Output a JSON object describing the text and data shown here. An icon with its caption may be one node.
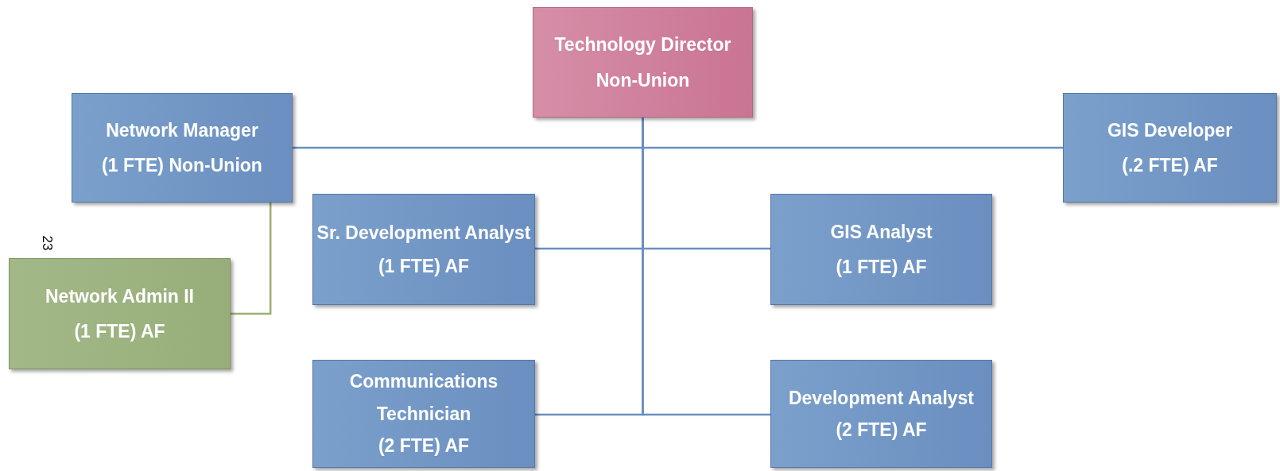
{
  "diagram": {
    "nodes": [
      {
        "text": [
          "Technology Director",
          "Non-Union"
        ]
      },
      {
        "text": [
          "Network Manager",
          "(1 FTE) Non-Union"
        ]
      },
      {
        "text": [
          "GIS Developer",
          "(.2 FTE) AF"
        ]
      },
      {
        "text": [
          "Sr. Development Analyst",
          "(1 FTE) AF"
        ]
      },
      {
        "text": [
          "GIS Analyst",
          "(1 FTE) AF"
        ]
      },
      {
        "text": [
          "Network Admin II",
          "(1 FTE) AF"
        ]
      },
      {
        "text": [
          "Communications",
          "Technician",
          "(2 FTE) AF"
        ]
      },
      {
        "text": [
          "Development Analyst",
          "(2 FTE) AF"
        ]
      }
    ],
    "edges": [
      {
        "from": 0,
        "to": 1,
        "arrow": "none"
      },
      {
        "from": 0,
        "to": 2,
        "arrow": "none"
      },
      {
        "from": 0,
        "to": 3,
        "arrow": "none"
      },
      {
        "from": 0,
        "to": 4,
        "arrow": "none"
      },
      {
        "from": 0,
        "to": 6,
        "arrow": "none"
      },
      {
        "from": 0,
        "to": 7,
        "arrow": "none"
      },
      {
        "from": 1,
        "to": 5,
        "arrow": "none",
        "color": "#9bb070"
      }
    ],
    "labels": [
      "23"
    ]
  }
}
